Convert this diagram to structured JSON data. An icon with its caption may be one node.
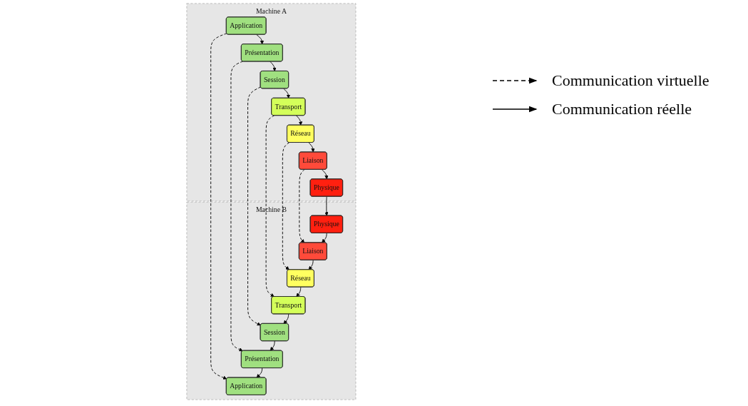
{
  "diagram": {
    "nodes": [
      {
        "text": [
          "Machine A"
        ]
      },
      {
        "text": [
          "Application"
        ],
        "in": 0
      },
      {
        "text": [
          "Présentation"
        ],
        "in": 0
      },
      {
        "text": [
          "Session"
        ],
        "in": 0
      },
      {
        "text": [
          "Transport"
        ],
        "in": 0
      },
      {
        "text": [
          "Réseau"
        ],
        "in": 0
      },
      {
        "text": [
          "Liaison"
        ],
        "in": 0
      },
      {
        "text": [
          "Physique"
        ],
        "in": 0
      },
      {
        "text": [
          "Machine B"
        ]
      },
      {
        "text": [
          "Application"
        ],
        "in": 8
      },
      {
        "text": [
          "Présentation"
        ],
        "in": 8
      },
      {
        "text": [
          "Session"
        ],
        "in": 8
      },
      {
        "text": [
          "Transport"
        ],
        "in": 8
      },
      {
        "text": [
          "Réseau"
        ],
        "in": 8
      },
      {
        "text": [
          "Liaison"
        ],
        "in": 8
      },
      {
        "text": [
          "Physique"
        ],
        "in": 8
      }
    ],
    "edges": [
      {
        "from": 1,
        "to": 2,
        "arrow": "to"
      },
      {
        "from": 2,
        "to": 3,
        "arrow": "to"
      },
      {
        "from": 3,
        "to": 4,
        "arrow": "to"
      },
      {
        "from": 4,
        "to": 5,
        "arrow": "to"
      },
      {
        "from": 5,
        "to": 6,
        "arrow": "to"
      },
      {
        "from": 6,
        "to": 7,
        "arrow": "to"
      },
      {
        "from": 1,
        "to": 9,
        "arrow": "to",
        "style": "dashed"
      },
      {
        "from": 2,
        "to": 10,
        "arrow": "to",
        "style": "dashed"
      },
      {
        "from": 3,
        "to": 11,
        "arrow": "to",
        "style": "dashed"
      },
      {
        "from": 4,
        "to": 12,
        "arrow": "to",
        "style": "dashed"
      },
      {
        "from": 5,
        "to": 13,
        "arrow": "to",
        "style": "dashed"
      },
      {
        "from": 6,
        "to": 14,
        "arrow": "to",
        "style": "dashed"
      },
      {
        "from": 7,
        "to": 15,
        "arrow": "to"
      },
      {
        "from": 15,
        "to": 14,
        "arrow": "to"
      },
      {
        "from": 14,
        "to": 13,
        "arrow": "to"
      },
      {
        "from": 13,
        "to": 12,
        "arrow": "to"
      },
      {
        "from": 12,
        "to": 11,
        "arrow": "to"
      },
      {
        "from": 11,
        "to": 10,
        "arrow": "to"
      },
      {
        "from": 10,
        "to": 9,
        "arrow": "to"
      }
    ],
    "legend": [
      {
        "text": "Communication virtuelle"
      },
      {
        "text": "Communication réelle"
      }
    ]
  }
}
